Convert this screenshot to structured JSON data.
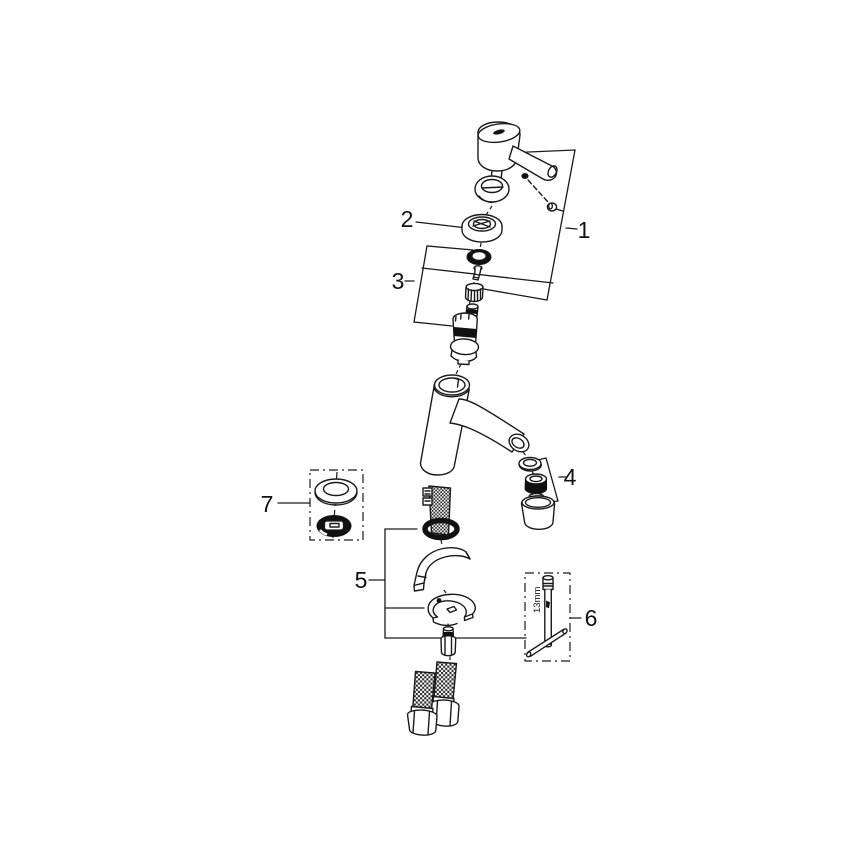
{
  "diagram": {
    "background": "#ffffff",
    "line_color": "#1a1a1a",
    "callouts": [
      {
        "number": "1"
      },
      {
        "number": "2"
      },
      {
        "number": "3"
      },
      {
        "number": "4"
      },
      {
        "number": "5"
      },
      {
        "number": "6"
      },
      {
        "number": "7"
      }
    ],
    "tool_size_label": "13mm"
  }
}
